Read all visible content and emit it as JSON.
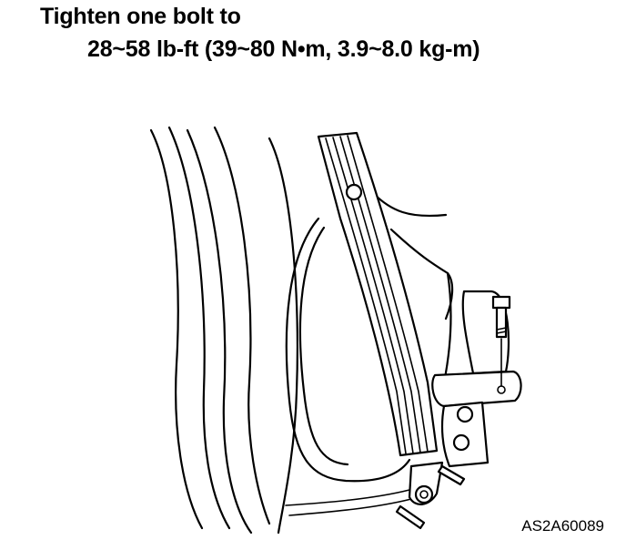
{
  "instruction": {
    "line1": "Tighten one bolt to",
    "line2": "28~58 lb-ft (39~80 N•m, 3.9~8.0  kg-m)"
  },
  "figure_code": "AS2A60089"
}
